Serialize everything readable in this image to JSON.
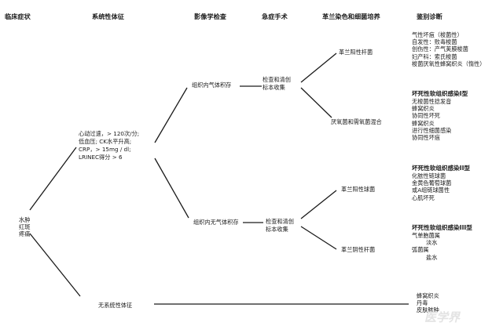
{
  "headers": {
    "clinical": "临床症状",
    "systemic": "系统性体征",
    "imaging": "影像学检查",
    "surgery": "急症手术",
    "gram": "革兰染色和细菌培养",
    "diagnosis": "鉴别诊断"
  },
  "clinical_symptoms": [
    "水肿",
    "红斑",
    "疼痛"
  ],
  "systemic_signs": [
    "心动过速，> 120次/分;",
    "低血压; CK水平升高;",
    "CRP，> 15mg / dl;",
    "LRINEC得分 > 6"
  ],
  "no_systemic": "无系统性体征",
  "imaging": {
    "gas": "组织内气体积存",
    "no_gas": "组织内无气体积存"
  },
  "surgery": {
    "upper": [
      "检查和清创",
      "标本收集"
    ],
    "lower": [
      "检查和清创",
      "标本收集"
    ]
  },
  "gram": {
    "pos_bacilli": "革兰阳性杆菌",
    "mixed": "厌氧菌和需氧菌混合",
    "pos_cocci": "革兰阳性球菌",
    "neg_bacilli": "革兰阴性杆菌"
  },
  "diagnosis": {
    "pos_bacilli": [
      {
        "text": "气性坏疽（梭菌性）",
        "bold": false
      },
      {
        "text": "自发性：败毒梭菌",
        "bold": false
      },
      {
        "text": "创伤性：产气荚膜梭菌",
        "bold": false
      },
      {
        "text": "妇产科：索氏梭菌",
        "bold": false
      },
      {
        "text": "梭菌厌氧性蜂窝织炎（惰性）",
        "bold": false
      }
    ],
    "mixed": [
      {
        "text": "坏死性软组织感染I型",
        "bold": true
      },
      {
        "text": "无梭菌性捻发音",
        "bold": false
      },
      {
        "text": "蜂窝织炎",
        "bold": false
      },
      {
        "text": "协同性坏死",
        "bold": false
      },
      {
        "text": "蜂窝织炎",
        "bold": false
      },
      {
        "text": "进行性细菌感染",
        "bold": false
      },
      {
        "text": "协同性坏疽",
        "bold": false
      }
    ],
    "pos_cocci": [
      {
        "text": "坏死性软组织感染II型",
        "bold": true
      },
      {
        "text": "化脓性链球菌",
        "bold": false
      },
      {
        "text": "金黄色葡萄球菌",
        "bold": false
      },
      {
        "text": "或A组链球菌性",
        "bold": false
      },
      {
        "text": "心肌坏死",
        "bold": false
      }
    ],
    "neg_bacilli": [
      {
        "text": "坏死性软组织感染III型",
        "bold": true
      },
      {
        "text": "气单胞菌属",
        "bold": false
      },
      {
        "text": "淡水",
        "bold": false,
        "indent": true
      },
      {
        "text": "弧菌属",
        "bold": false
      },
      {
        "text": "盐水",
        "bold": false,
        "indent": true
      }
    ],
    "no_systemic": [
      {
        "text": "蜂窝织炎",
        "bold": false
      },
      {
        "text": "丹毒",
        "bold": false
      },
      {
        "text": "皮肤脓肿",
        "bold": false
      }
    ]
  },
  "watermark": "医学界",
  "colors": {
    "line": "#1a1a1a",
    "text": "#1a1a1a",
    "watermark": "#e3e3e3"
  }
}
